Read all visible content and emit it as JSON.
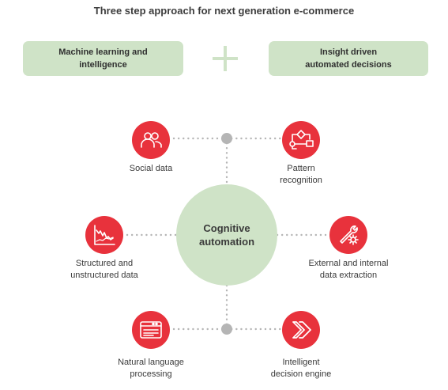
{
  "title": "Three step approach for next generation e-commerce",
  "pills": {
    "left": [
      "Machine learning and",
      "intelligence"
    ],
    "right": [
      "Insight driven",
      "automated decisions"
    ]
  },
  "center": [
    "Cognitive",
    "automation"
  ],
  "nodes": {
    "social": {
      "lines": [
        "Social data"
      ],
      "icon": "people-icon"
    },
    "pattern": {
      "lines": [
        "Pattern",
        "recognition"
      ],
      "icon": "flowchart-icon"
    },
    "structured": {
      "lines": [
        "Structured and",
        "unstructured data"
      ],
      "icon": "line-chart-icon"
    },
    "external": {
      "lines": [
        "External and internal",
        "data extraction"
      ],
      "icon": "wrench-gear-icon"
    },
    "nlp": {
      "lines": [
        "Natural language",
        "processing"
      ],
      "icon": "text-window-icon"
    },
    "decision": {
      "lines": [
        "Intelligent",
        "decision engine"
      ],
      "icon": "fast-forward-icon"
    }
  },
  "colors": {
    "accent": "#e8323c",
    "green": "#cfe3c7",
    "connector": "#b5b5b5"
  }
}
